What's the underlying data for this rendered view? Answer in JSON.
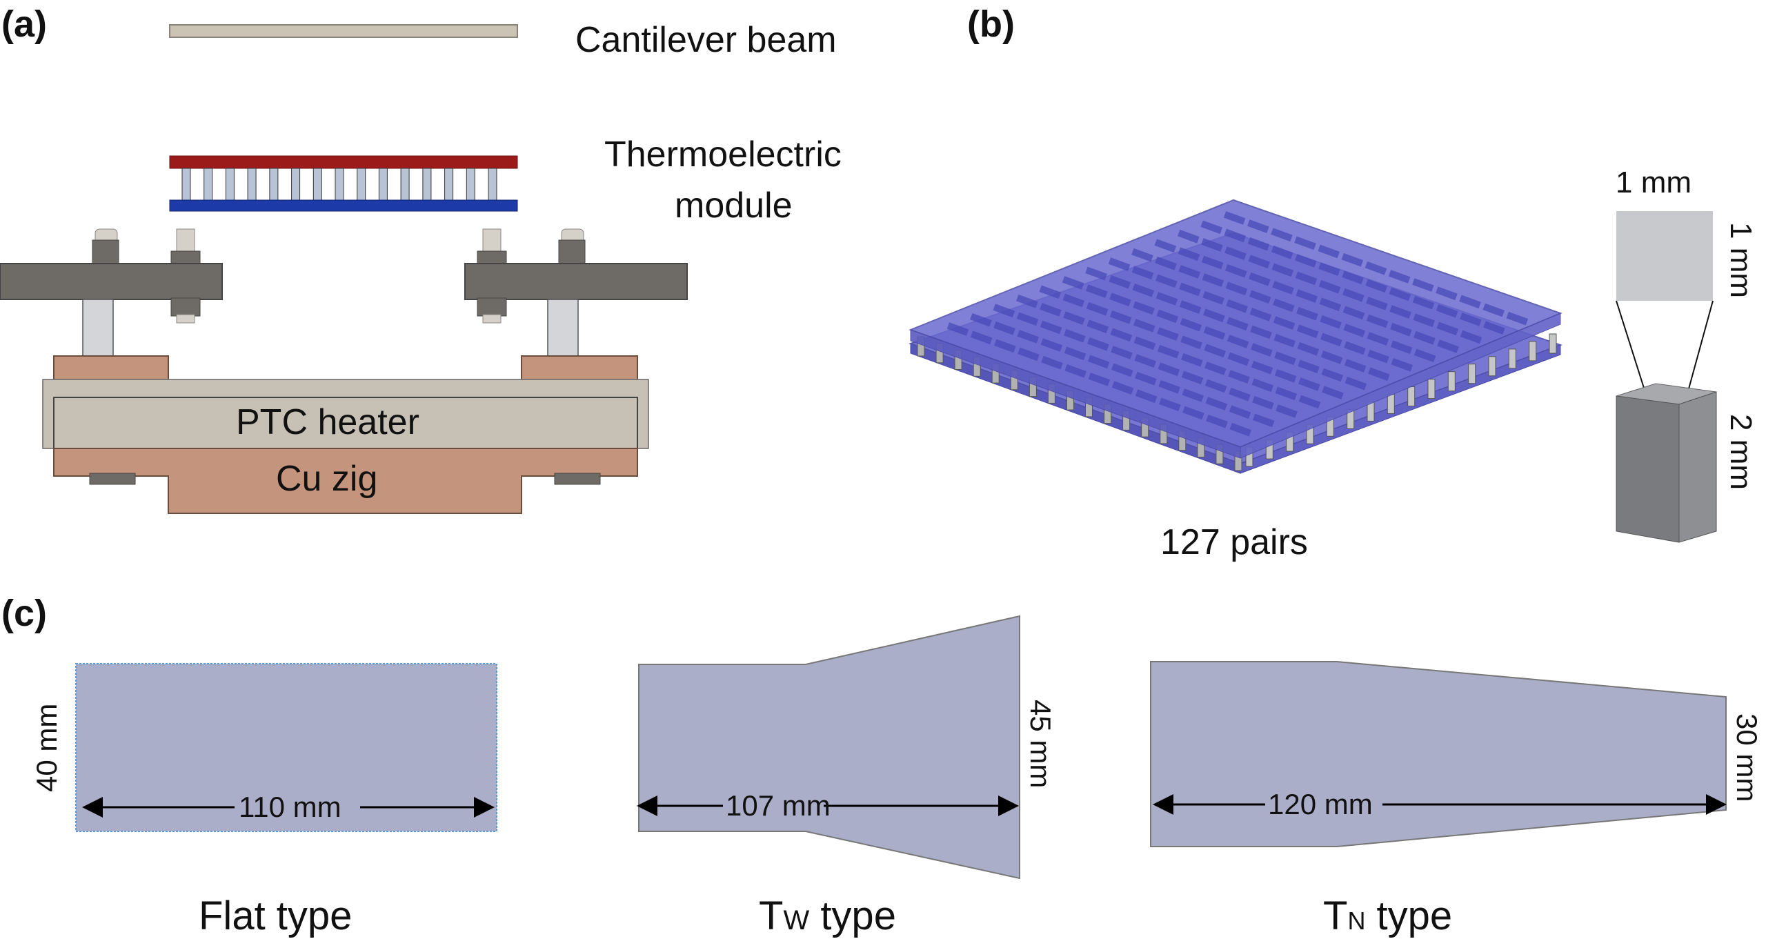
{
  "panels": {
    "a": {
      "label": "(a)",
      "cantilever_label": "Cantilever beam",
      "te_label_line1": "Thermoelectric",
      "te_label_line2": "module",
      "heater_label": "PTC heater",
      "zig_label": "Cu zig"
    },
    "b": {
      "label": "(b)",
      "pairs_label": "127 pairs",
      "leg_width": "1 mm",
      "leg_depth": "1 mm",
      "leg_height": "2 mm"
    },
    "c": {
      "label": "(c)",
      "shapes": [
        {
          "name": "Flat type",
          "length": "110 mm",
          "end_width": "40 mm"
        },
        {
          "name": "Tw type",
          "length": "107 mm",
          "end_width": "45 mm"
        },
        {
          "name": "TN type",
          "length": "120 mm",
          "end_width": "30 mm"
        }
      ],
      "flat_title": "Flat type",
      "tw_title_main": "T",
      "tw_title_sub": "W",
      "tw_title_rest": " type",
      "tn_title_main": "T",
      "tn_title_sub": "N",
      "tn_title_rest": " type"
    }
  },
  "colors": {
    "beam": "#cbc4b4",
    "hot_plate": "#9b1b1b",
    "cold_plate": "#1c3aa8",
    "te_leg": "#b8c3d6",
    "clamp": "#6e6b66",
    "spacer": "#d4d5d8",
    "copper": "#c4947c",
    "heater": "#c7c0b4",
    "module_plate": "#6a6ad0",
    "shape_fill": "#aaaec8"
  }
}
